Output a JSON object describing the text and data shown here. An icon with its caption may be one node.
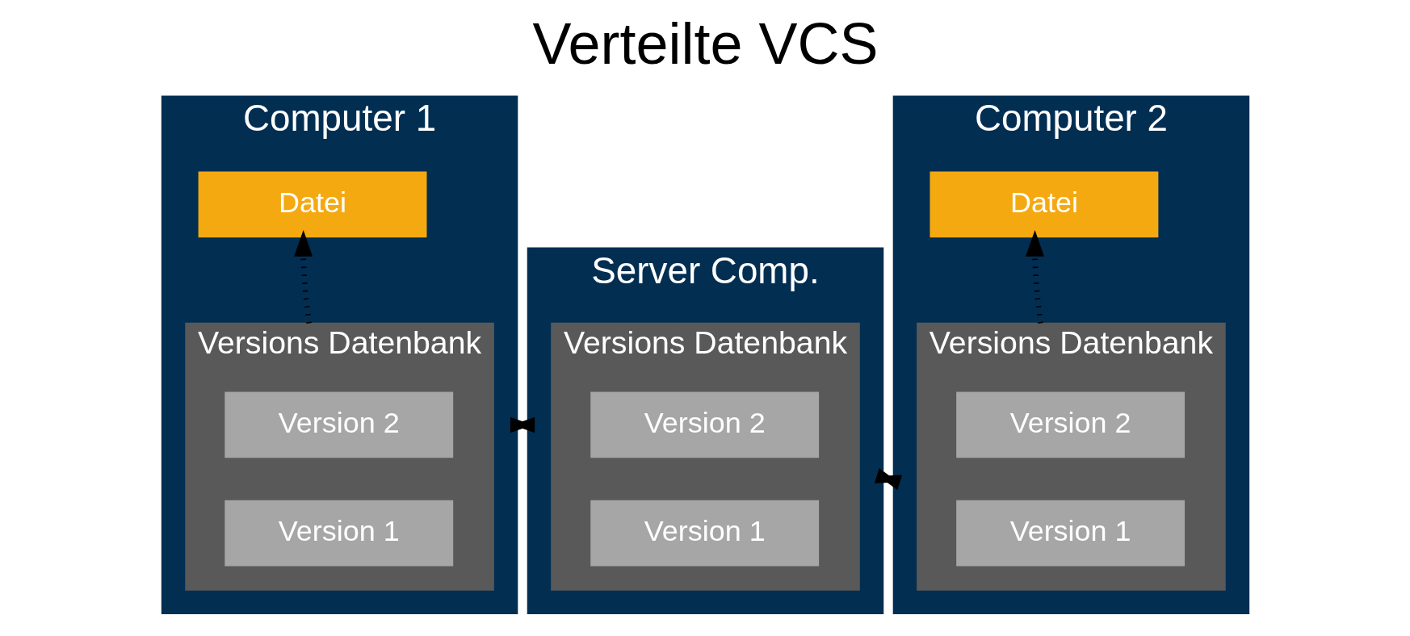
{
  "diagram": {
    "title": "Verteilte VCS",
    "nodes": [
      {
        "text": [
          "Computer 1"
        ]
      },
      {
        "text": [
          "Datei"
        ],
        "in": 0
      },
      {
        "text": [
          "Versions Datenbank"
        ],
        "in": 0
      },
      {
        "text": [
          "Version 2"
        ],
        "in": 2
      },
      {
        "text": [
          "Version 1"
        ],
        "in": 2
      },
      {
        "text": [
          "Server Comp."
        ]
      },
      {
        "text": [
          "Versions Datenbank"
        ],
        "in": 5
      },
      {
        "text": [
          "Version 2"
        ],
        "in": 6
      },
      {
        "text": [
          "Version 1"
        ],
        "in": 6
      },
      {
        "text": [
          "Computer 2"
        ]
      },
      {
        "text": [
          "Datei"
        ],
        "in": 9
      },
      {
        "text": [
          "Versions Datenbank"
        ],
        "in": 9
      },
      {
        "text": [
          "Version 2"
        ],
        "in": 11
      },
      {
        "text": [
          "Version 1"
        ],
        "in": 11
      }
    ],
    "edges": [
      {
        "from": 2,
        "to": 1,
        "arrow": "to",
        "style": "dashed"
      },
      {
        "from": 0,
        "to": 5,
        "arrow": "both"
      },
      {
        "from": 5,
        "to": 9,
        "arrow": "both"
      },
      {
        "from": 11,
        "to": 10,
        "arrow": "to",
        "style": "dashed"
      }
    ]
  }
}
